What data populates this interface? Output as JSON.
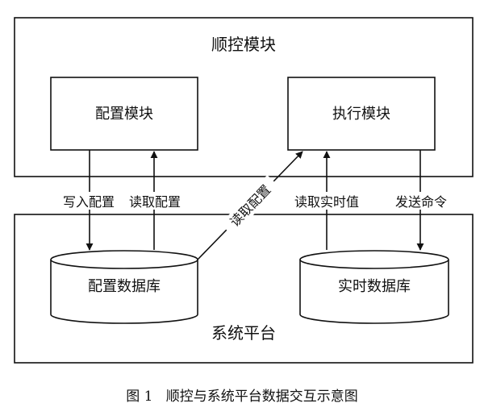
{
  "sequence_module": {
    "title": "顺控模块"
  },
  "config_module": {
    "label": "配置模块"
  },
  "exec_module": {
    "label": "执行模块"
  },
  "platform": {
    "title": "系统平台"
  },
  "config_db": {
    "label": "配置数据库"
  },
  "realtime_db": {
    "label": "实时数据库"
  },
  "arrows": {
    "write_config": "写入配置",
    "read_config": "读取配置",
    "read_config_diag": "读取配置",
    "read_realtime": "读取实时值",
    "send_command": "发送命令"
  },
  "caption": "图 1   顺控与系统平台数据交互示意图"
}
